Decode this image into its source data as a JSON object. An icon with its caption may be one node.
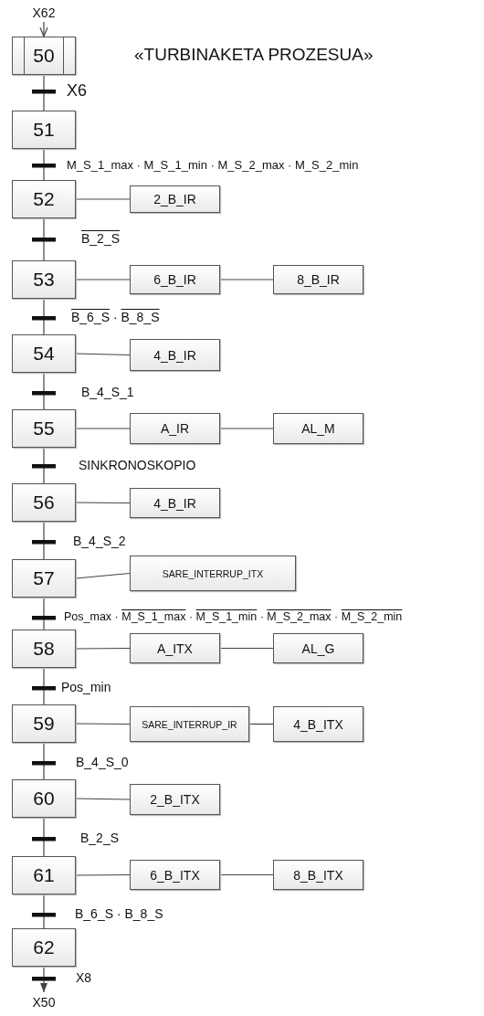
{
  "diagram": {
    "title": "«TURBINAKETA PROZESUA»",
    "nodes": [
      {
        "text": [
          "X62"
        ]
      },
      {
        "text": [
          "50"
        ]
      },
      {
        "text": [
          "51"
        ]
      },
      {
        "text": [
          "52"
        ]
      },
      {
        "text": [
          "2_B_IR"
        ]
      },
      {
        "text": [
          "53"
        ]
      },
      {
        "text": [
          "6_B_IR"
        ]
      },
      {
        "text": [
          "8_B_IR"
        ]
      },
      {
        "text": [
          "54"
        ]
      },
      {
        "text": [
          "4_B_IR"
        ]
      },
      {
        "text": [
          "55"
        ]
      },
      {
        "text": [
          "A_IR"
        ]
      },
      {
        "text": [
          "AL_M"
        ]
      },
      {
        "text": [
          "56"
        ]
      },
      {
        "text": [
          "4_B_IR"
        ]
      },
      {
        "text": [
          "57"
        ]
      },
      {
        "text": [
          "SARE_INTERRUP_ITX"
        ]
      },
      {
        "text": [
          "58"
        ]
      },
      {
        "text": [
          "A_ITX"
        ]
      },
      {
        "text": [
          "AL_G"
        ]
      },
      {
        "text": [
          "59"
        ]
      },
      {
        "text": [
          "SARE_INTERRUP_IR"
        ]
      },
      {
        "text": [
          "4_B_ITX"
        ]
      },
      {
        "text": [
          "60"
        ]
      },
      {
        "text": [
          "2_B_ITX"
        ]
      },
      {
        "text": [
          "61"
        ]
      },
      {
        "text": [
          "6_B_ITX"
        ]
      },
      {
        "text": [
          "8_B_ITX"
        ]
      },
      {
        "text": [
          "62"
        ]
      },
      {
        "text": [
          "X50"
        ]
      }
    ],
    "edges": [
      {
        "from": 0,
        "to": 1,
        "arrow": "to"
      },
      {
        "from": 1,
        "to": 2,
        "arrow": "none",
        "label": "X6"
      },
      {
        "from": 2,
        "to": 3,
        "arrow": "none",
        "label": "M_S_1_max · M_S_1_min · M_S_2_max · M_S_2_min"
      },
      {
        "from": 3,
        "to": 4,
        "arrow": "none"
      },
      {
        "from": 3,
        "to": 5,
        "arrow": "none",
        "label": "B_2_S"
      },
      {
        "from": 5,
        "to": 6,
        "arrow": "none"
      },
      {
        "from": 6,
        "to": 7,
        "arrow": "none"
      },
      {
        "from": 5,
        "to": 8,
        "arrow": "none",
        "label": "B_6_S · B_8_S"
      },
      {
        "from": 8,
        "to": 9,
        "arrow": "none"
      },
      {
        "from": 8,
        "to": 10,
        "arrow": "none",
        "label": "B_4_S_1"
      },
      {
        "from": 10,
        "to": 11,
        "arrow": "none"
      },
      {
        "from": 11,
        "to": 12,
        "arrow": "none"
      },
      {
        "from": 10,
        "to": 13,
        "arrow": "none",
        "label": "SINKRONOSKOPIO"
      },
      {
        "from": 13,
        "to": 14,
        "arrow": "none"
      },
      {
        "from": 13,
        "to": 15,
        "arrow": "none",
        "label": "B_4_S_2"
      },
      {
        "from": 15,
        "to": 16,
        "arrow": "none"
      },
      {
        "from": 15,
        "to": 17,
        "arrow": "none",
        "label": "Pos_max · M_S_1_max · M_S_1_min · M_S_2_max · M_S_2_min"
      },
      {
        "from": 17,
        "to": 18,
        "arrow": "none"
      },
      {
        "from": 18,
        "to": 19,
        "arrow": "none"
      },
      {
        "from": 17,
        "to": 20,
        "arrow": "none",
        "label": "Pos_min"
      },
      {
        "from": 20,
        "to": 21,
        "arrow": "none"
      },
      {
        "from": 21,
        "to": 22,
        "arrow": "none"
      },
      {
        "from": 20,
        "to": 23,
        "arrow": "none",
        "label": "B_4_S_0"
      },
      {
        "from": 23,
        "to": 24,
        "arrow": "none"
      },
      {
        "from": 23,
        "to": 25,
        "arrow": "none",
        "label": "B_2_S"
      },
      {
        "from": 25,
        "to": 26,
        "arrow": "none"
      },
      {
        "from": 26,
        "to": 27,
        "arrow": "none"
      },
      {
        "from": 25,
        "to": 28,
        "arrow": "none",
        "label": "B_6_S · B_8_S"
      },
      {
        "from": 28,
        "to": 29,
        "arrow": "to",
        "label": "X8"
      }
    ]
  }
}
